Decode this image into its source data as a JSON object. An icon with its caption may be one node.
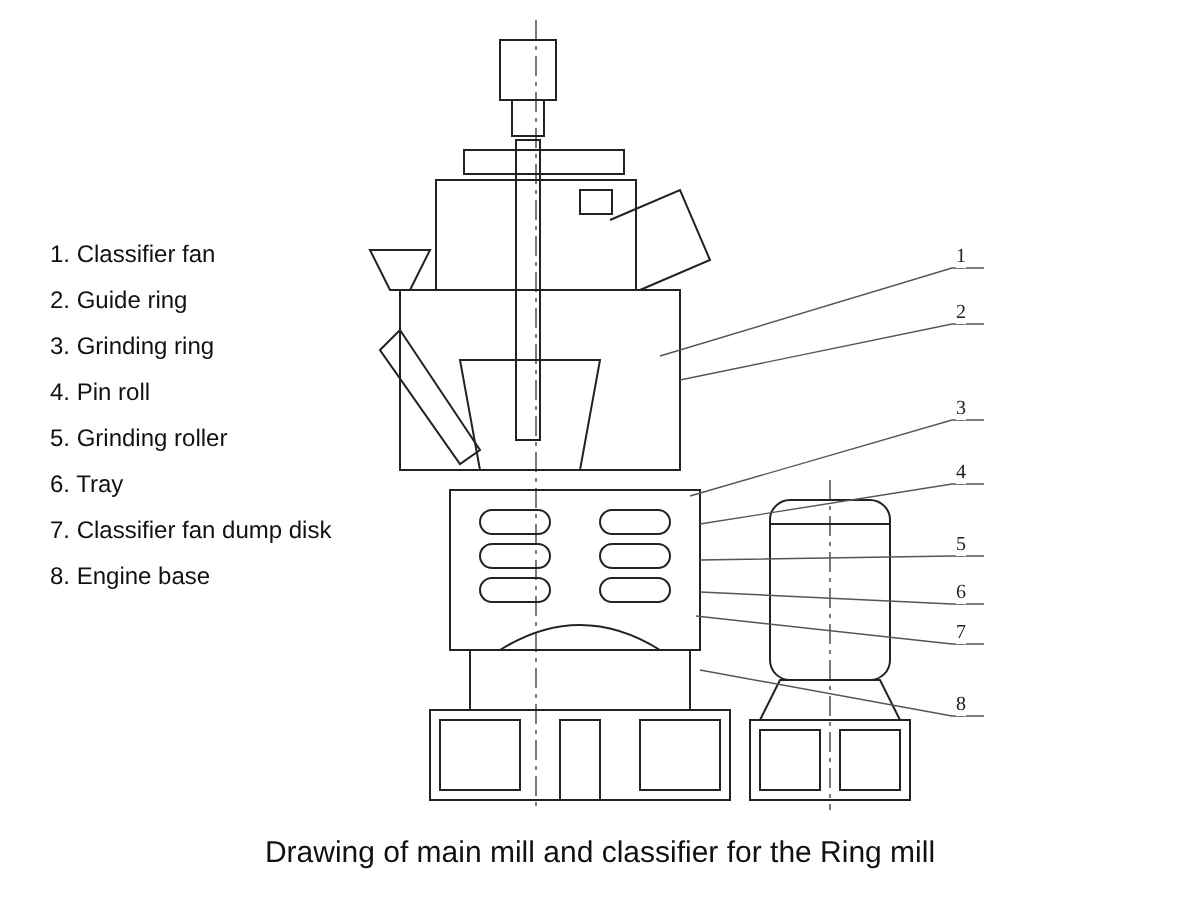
{
  "diagram": {
    "caption": "Drawing of main mill and classifier for the Ring mill",
    "nodes": [
      {
        "text": [
          "1"
        ]
      },
      {
        "text": [
          "2"
        ]
      },
      {
        "text": [
          "3"
        ]
      },
      {
        "text": [
          "4"
        ]
      },
      {
        "text": [
          "5"
        ]
      },
      {
        "text": [
          "6"
        ]
      },
      {
        "text": [
          "7"
        ]
      },
      {
        "text": [
          "8"
        ]
      }
    ],
    "edges": [
      {
        "from": 0,
        "to": null,
        "arrow": "none"
      },
      {
        "from": 1,
        "to": null,
        "arrow": "none"
      },
      {
        "from": 2,
        "to": null,
        "arrow": "none"
      },
      {
        "from": 3,
        "to": null,
        "arrow": "none"
      },
      {
        "from": 4,
        "to": null,
        "arrow": "none"
      },
      {
        "from": 5,
        "to": null,
        "arrow": "none"
      },
      {
        "from": 6,
        "to": null,
        "arrow": "none"
      },
      {
        "from": 7,
        "to": null,
        "arrow": "none"
      }
    ],
    "labels": [
      "1. Classifier fan",
      "2. Guide ring",
      "3. Grinding ring",
      "4. Pin roll",
      "5. Grinding roller",
      "6. Tray",
      "7. Classifier fan dump disk",
      "8. Engine base"
    ]
  }
}
